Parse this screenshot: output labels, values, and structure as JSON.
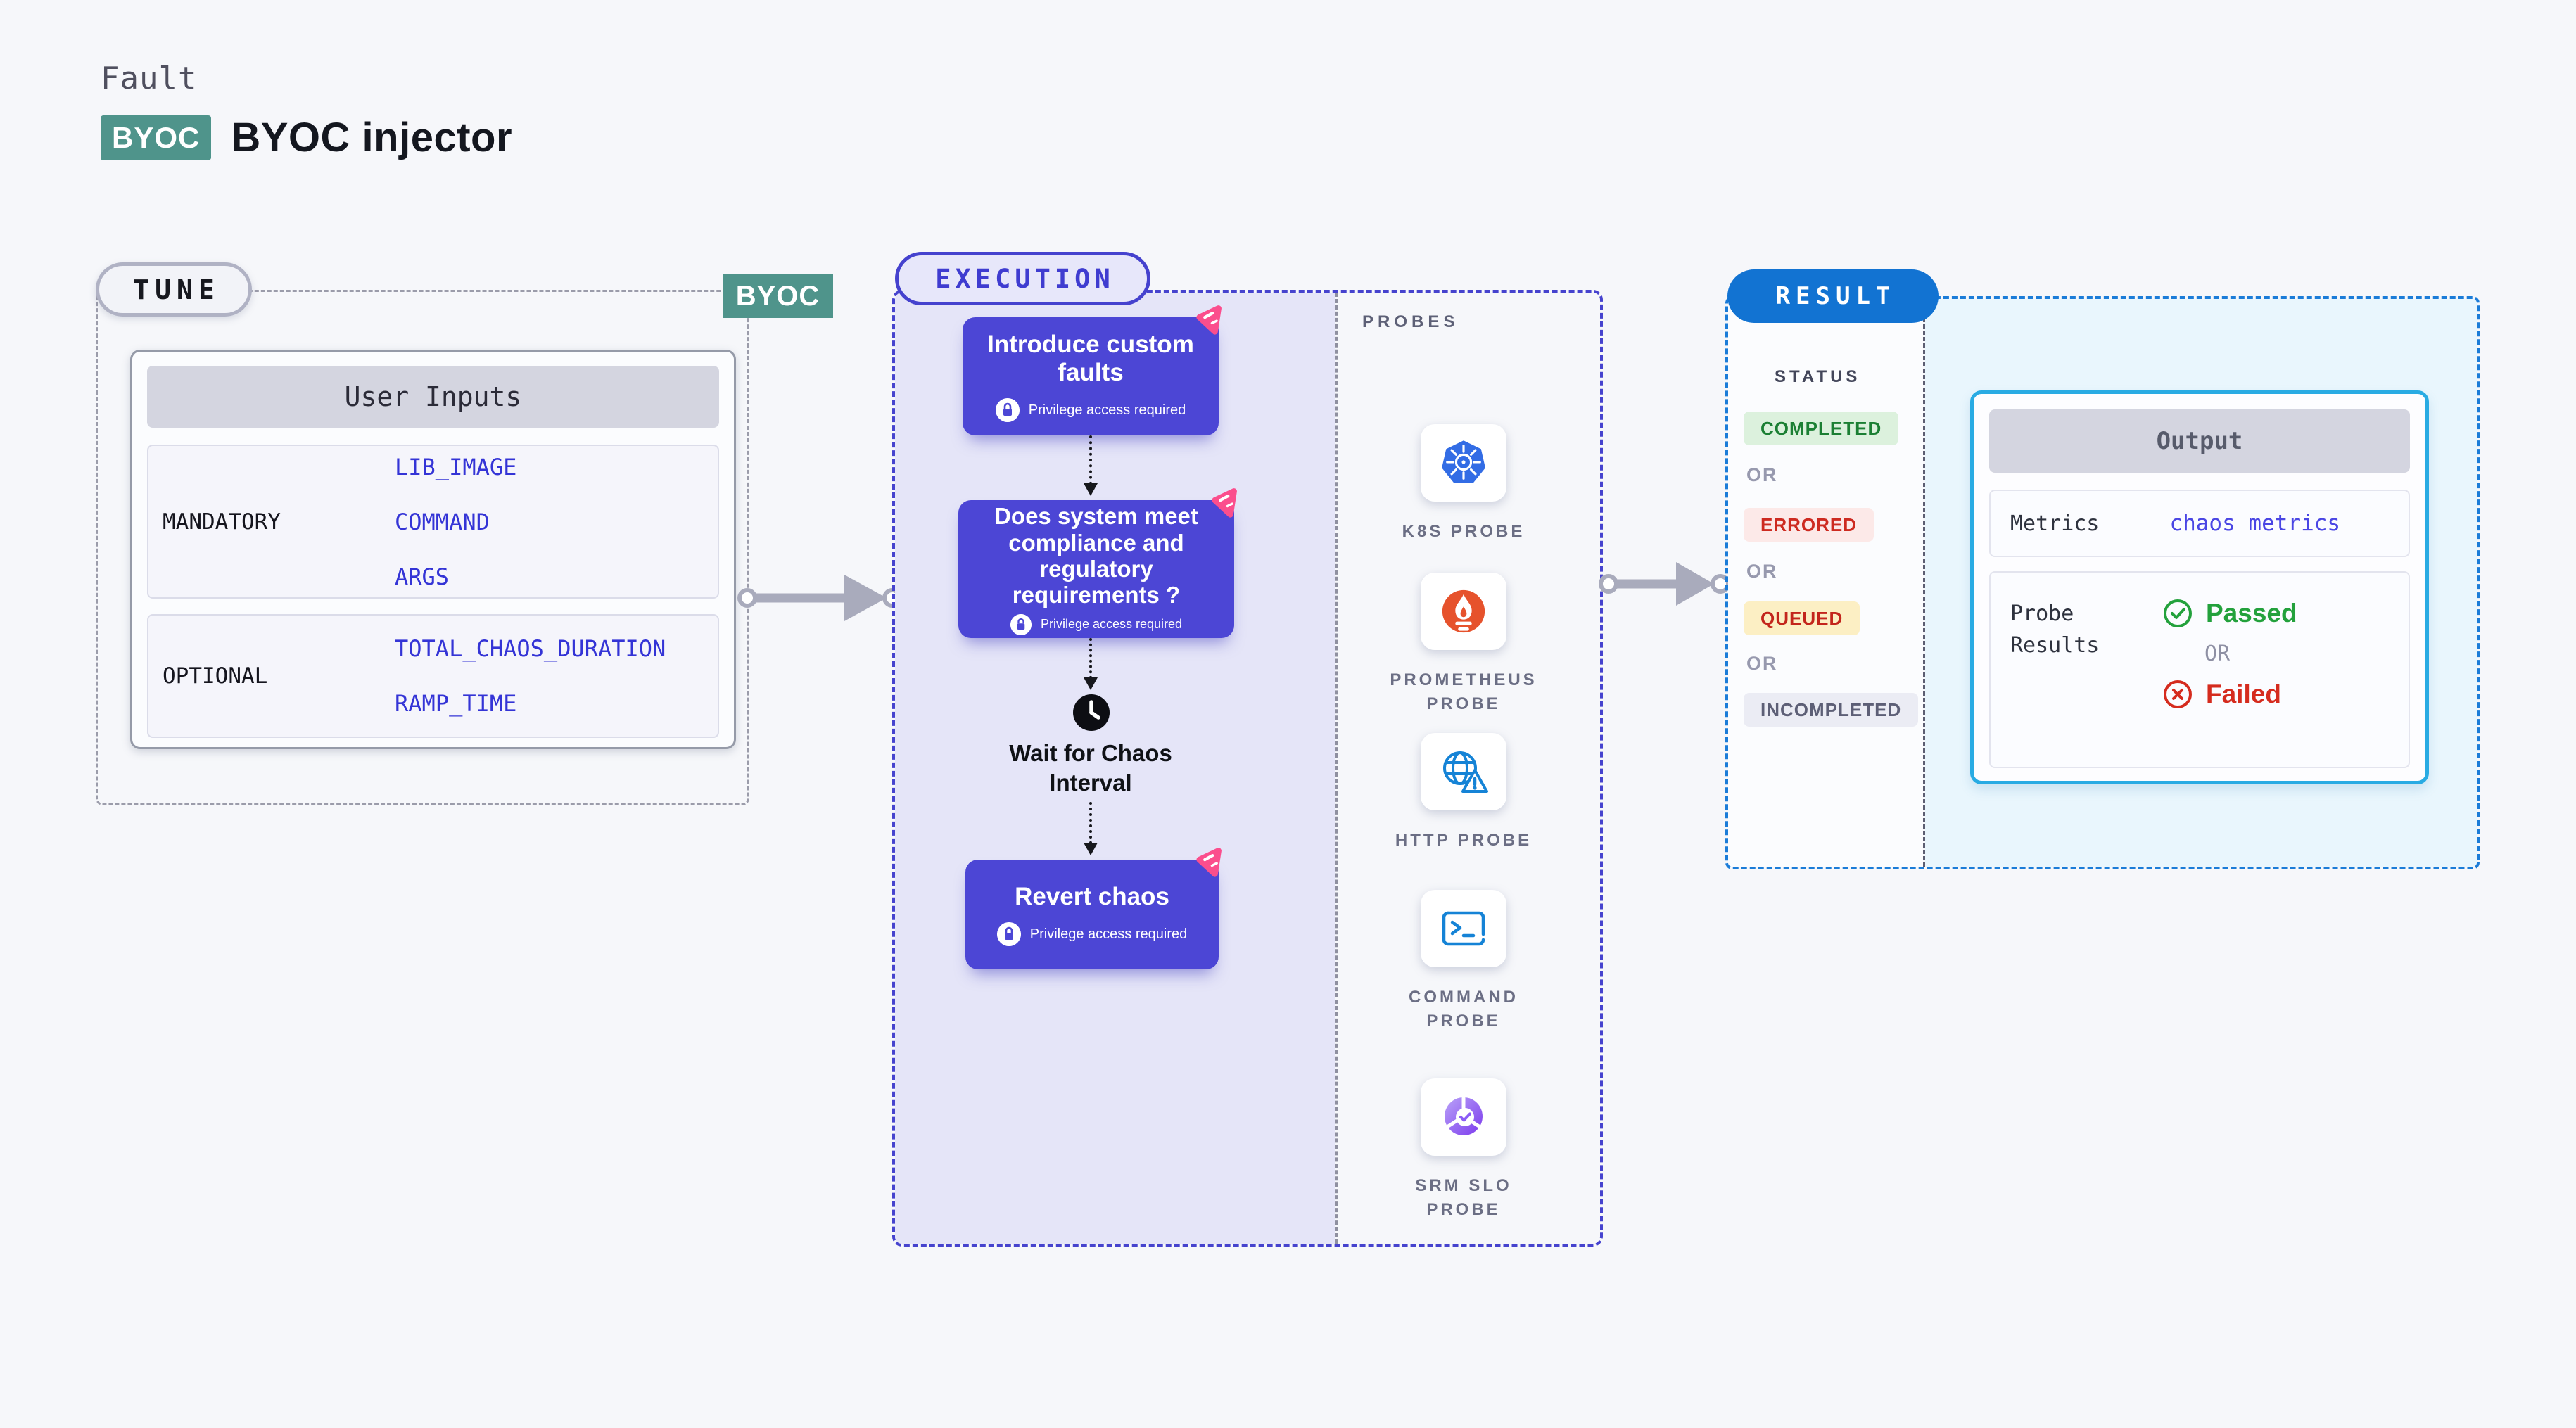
{
  "page": {
    "fault_label": "Fault",
    "byoc_badge": "BYOC",
    "title": "BYOC injector"
  },
  "tune": {
    "pill_label": "TUNE",
    "byoc_chip": "BYOC",
    "user_inputs": {
      "header": "User Inputs",
      "rows": [
        {
          "label": "MANDATORY",
          "params": [
            "LIB_IMAGE",
            "COMMAND",
            "ARGS"
          ]
        },
        {
          "label": "OPTIONAL",
          "params": [
            "TOTAL_CHAOS_DURATION",
            "RAMP_TIME"
          ]
        }
      ]
    }
  },
  "execution": {
    "pill_label": "EXECUTION",
    "privilege_label": "Privilege access required",
    "steps": [
      {
        "title": "Introduce custom faults"
      },
      {
        "title": "Does system meet compliance and regulatory requirements ?"
      },
      {
        "title": "Revert chaos"
      }
    ],
    "wait_label": "Wait for Chaos Interval",
    "probes": {
      "header": "PROBES",
      "items": [
        {
          "label": "K8S PROBE",
          "icon": "kubernetes-icon"
        },
        {
          "label": "PROMETHEUS PROBE",
          "icon": "prometheus-icon"
        },
        {
          "label": "HTTP PROBE",
          "icon": "http-globe-icon"
        },
        {
          "label": "COMMAND PROBE",
          "icon": "terminal-icon"
        },
        {
          "label": "SRM SLO PROBE",
          "icon": "srm-slo-icon"
        }
      ]
    }
  },
  "result": {
    "pill_label": "RESULT",
    "status_header": "STATUS",
    "or_label": "OR",
    "statuses": [
      {
        "label": "COMPLETED",
        "type": "success"
      },
      {
        "label": "ERRORED",
        "type": "error"
      },
      {
        "label": "QUEUED",
        "type": "warning"
      },
      {
        "label": "INCOMPLETED",
        "type": "muted"
      }
    ],
    "output": {
      "header": "Output",
      "metrics_label": "Metrics",
      "metrics_value": "chaos metrics",
      "probe_results_label": "Probe Results",
      "passed_label": "Passed",
      "or_label": "OR",
      "failed_label": "Failed"
    }
  },
  "colors": {
    "accent_indigo": "#4c46d5",
    "teal_brand": "#4f948b",
    "result_blue": "#1273d2",
    "output_border_cyan": "#29abe3",
    "success_green": "#1b7f33",
    "error_red": "#d52b1e",
    "queued_bg_yellow": "#fcefc4",
    "chaos_pink": "#fb4e8d",
    "kubernetes_blue": "#326ce5",
    "prometheus_orange": "#e6522c",
    "http_blue": "#1583d6",
    "srm_purple": "#8b5cf6"
  }
}
